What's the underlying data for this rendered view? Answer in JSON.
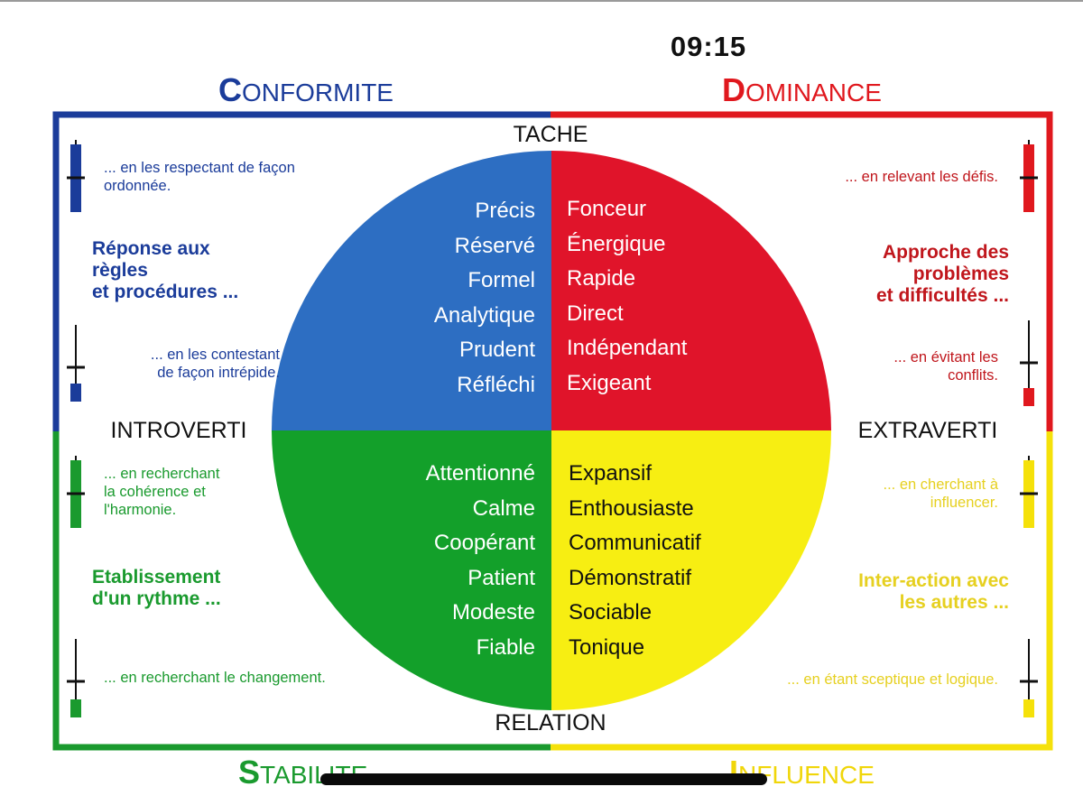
{
  "status": {
    "time": "09:15"
  },
  "colors": {
    "blue": "#1b3c9a",
    "red": "#e0181e",
    "green": "#1a9a2e",
    "yellow": "#f5e10a",
    "blue_fill": "#2d6ec2",
    "red_fill": "#e0142a",
    "green_fill": "#13a02a",
    "yellow_fill": "#f7ee12"
  },
  "titles": {
    "conformite": {
      "initial": "C",
      "rest": "ONFORMITE"
    },
    "dominance": {
      "initial": "D",
      "rest": "OMINANCE"
    },
    "stabilite": {
      "initial": "S",
      "rest": "TABILITE"
    },
    "influence": {
      "initial": "I",
      "rest": "NFLUENCE"
    }
  },
  "axes": {
    "top": "TACHE",
    "bottom": "RELATION",
    "left": "INTROVERTI",
    "right": "EXTRAVERTI"
  },
  "quadrants": {
    "blue": [
      "Précis",
      "Réservé",
      "Formel",
      "Analytique",
      "Prudent",
      "Réfléchi"
    ],
    "red": [
      "Fonceur",
      "Énergique",
      "Rapide",
      "Direct",
      "Indépendant",
      "Exigeant"
    ],
    "green": [
      "Attentionné",
      "Calme",
      "Coopérant",
      "Patient",
      "Modeste",
      "Fiable"
    ],
    "yellow": [
      "Expansif",
      "Enthousiaste",
      "Communicatif",
      "Démonstratif",
      "Sociable",
      "Tonique"
    ]
  },
  "side": {
    "blue_high": "... en les respectant de façon\nordonnée.",
    "blue_focus": "Réponse aux\nrègles\net procédures ...",
    "blue_low": "... en les contestant\nde façon intrépide.",
    "red_high": "... en relevant les défis.",
    "red_focus": "Approche des\nproblèmes\net difficultés ...",
    "red_low": "... en évitant les\nconflits.",
    "green_high": "... en recherchant\nla cohérence et\nl'harmonie.",
    "green_focus": "Etablissement\nd'un rythme ...",
    "green_low": "... en recherchant le changement.",
    "yellow_high": "... en cherchant à\ninfluencer.",
    "yellow_focus": "Inter-action avec\nles autres ...",
    "yellow_low": "... en étant sceptique et logique."
  }
}
